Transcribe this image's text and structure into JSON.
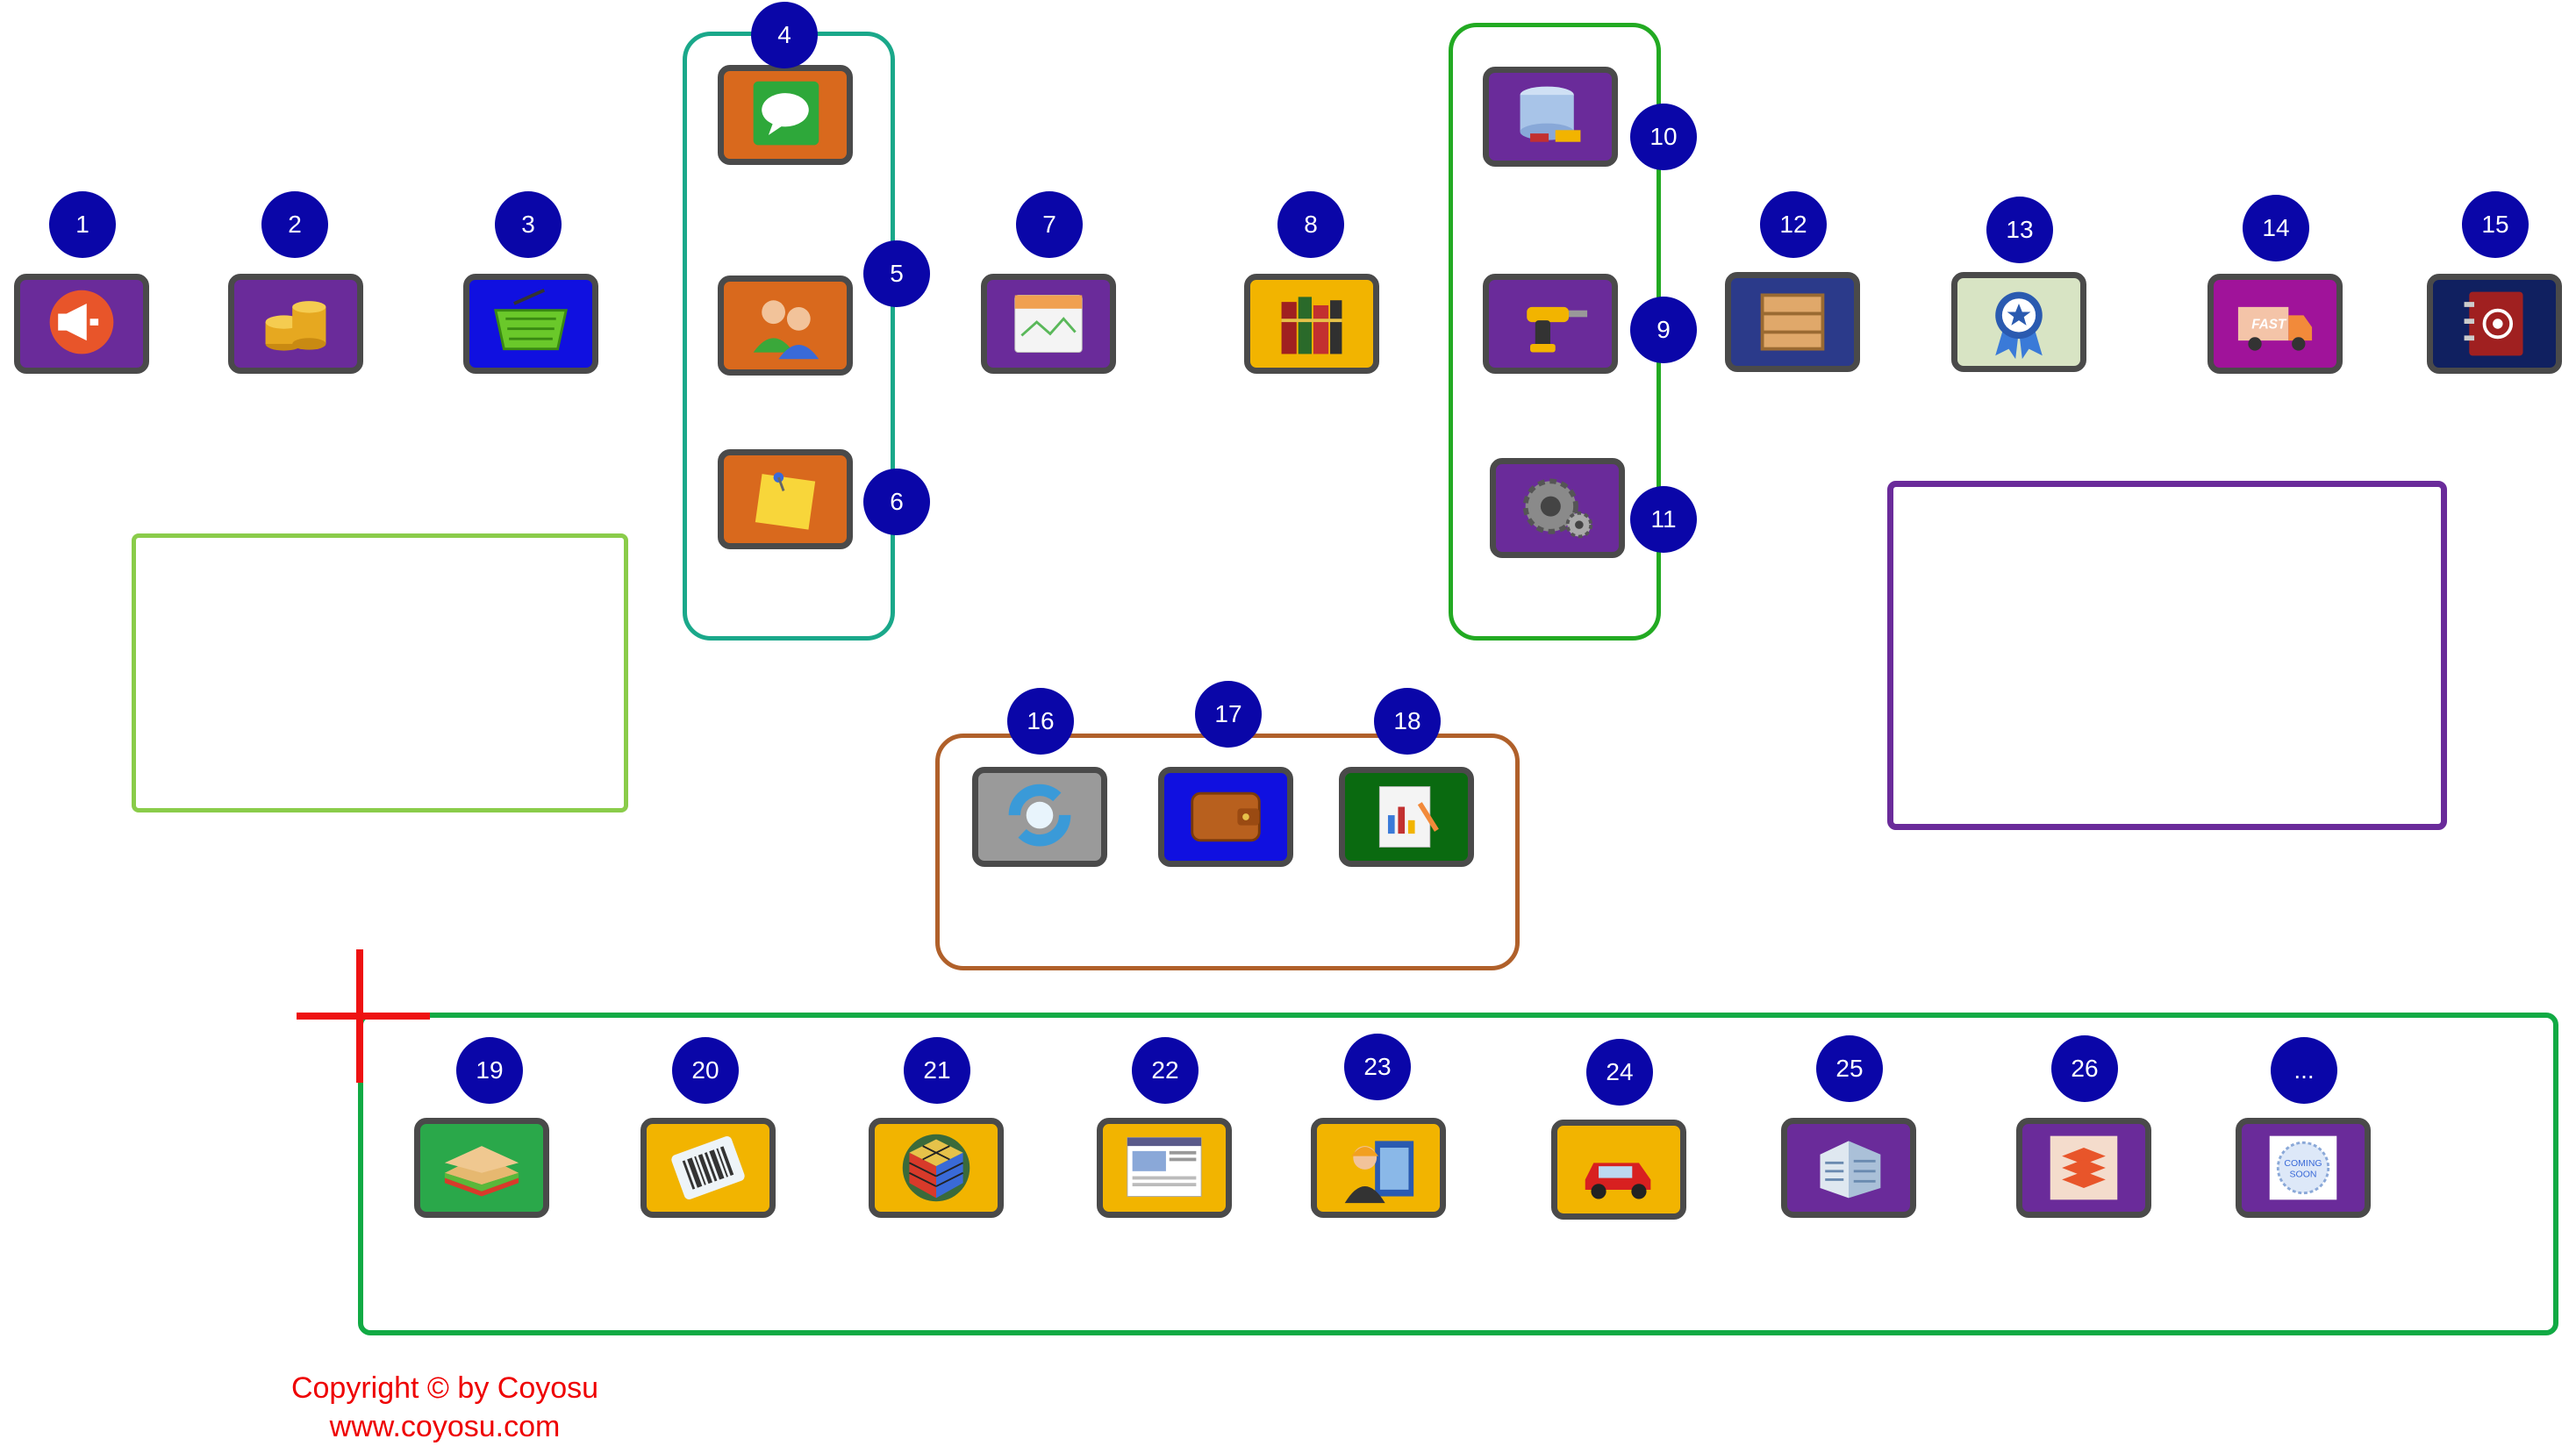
{
  "diagram": {
    "nodes": [
      {
        "id": "1",
        "label": "1",
        "icon": "megaphone-icon",
        "bg": "#6a2b9a"
      },
      {
        "id": "2",
        "label": "2",
        "icon": "coins-icon",
        "bg": "#6a2b9a"
      },
      {
        "id": "3",
        "label": "3",
        "icon": "basket-icon",
        "bg": "#1010e0"
      },
      {
        "id": "4",
        "label": "4",
        "icon": "chat-bubble-icon",
        "bg": "#d9691d"
      },
      {
        "id": "5",
        "label": "5",
        "icon": "users-icon",
        "bg": "#d9691d"
      },
      {
        "id": "6",
        "label": "6",
        "icon": "sticky-note-icon",
        "bg": "#d9691d"
      },
      {
        "id": "7",
        "label": "7",
        "icon": "calendar-icon",
        "bg": "#6a2b9a"
      },
      {
        "id": "8",
        "label": "8",
        "icon": "books-icon",
        "bg": "#f2b400"
      },
      {
        "id": "9",
        "label": "9",
        "icon": "drill-icon",
        "bg": "#6a2b9a"
      },
      {
        "id": "10",
        "label": "10",
        "icon": "database-icon",
        "bg": "#6a2b9a"
      },
      {
        "id": "11",
        "label": "11",
        "icon": "gears-icon",
        "bg": "#6a2b9a"
      },
      {
        "id": "12",
        "label": "12",
        "icon": "crate-icon",
        "bg": "#2b3a8a"
      },
      {
        "id": "13",
        "label": "13",
        "icon": "award-ribbon-icon",
        "bg": "#d8e4c4"
      },
      {
        "id": "14",
        "label": "14",
        "icon": "delivery-truck-icon",
        "bg": "#a0139a"
      },
      {
        "id": "15",
        "label": "15",
        "icon": "address-book-icon",
        "bg": "#102060"
      },
      {
        "id": "16",
        "label": "16",
        "icon": "refresh-cycle-icon",
        "bg": "#9a9a9a"
      },
      {
        "id": "17",
        "label": "17",
        "icon": "wallet-icon",
        "bg": "#1010e0"
      },
      {
        "id": "18",
        "label": "18",
        "icon": "report-icon",
        "bg": "#0a6a10"
      },
      {
        "id": "19",
        "label": "19",
        "icon": "sandwich-icon",
        "bg": "#2aa84a"
      },
      {
        "id": "20",
        "label": "20",
        "icon": "barcode-icon",
        "bg": "#f2b400"
      },
      {
        "id": "21",
        "label": "21",
        "icon": "rubik-cube-icon",
        "bg": "#f2b400"
      },
      {
        "id": "22",
        "label": "22",
        "icon": "web-page-icon",
        "bg": "#f2b400"
      },
      {
        "id": "23",
        "label": "23",
        "icon": "engineer-icon",
        "bg": "#f2b400"
      },
      {
        "id": "24",
        "label": "24",
        "icon": "car-icon",
        "bg": "#f2b400"
      },
      {
        "id": "25",
        "label": "25",
        "icon": "building-icon",
        "bg": "#6a2b9a"
      },
      {
        "id": "26",
        "label": "26",
        "icon": "layers-icon",
        "bg": "#6a2b9a"
      },
      {
        "id": "more",
        "label": "...",
        "icon": "coming-soon-icon",
        "bg": "#6a2b9a"
      }
    ],
    "frames": [
      {
        "name": "group-4-6-frame",
        "color": "#1aa88a"
      },
      {
        "name": "group-9-11-frame",
        "color": "#22aa22"
      },
      {
        "name": "group-16-18-frame",
        "color": "#b0602a"
      },
      {
        "name": "empty-box-left",
        "color": "#8acc4a"
      },
      {
        "name": "empty-box-right",
        "color": "#6a2b9a"
      },
      {
        "name": "bottom-group-frame",
        "color": "#11aa44"
      }
    ]
  },
  "footer": {
    "line1": "Copyright © by Coyosu",
    "line2": "www.coyosu.com",
    "color": "#ee0000"
  }
}
